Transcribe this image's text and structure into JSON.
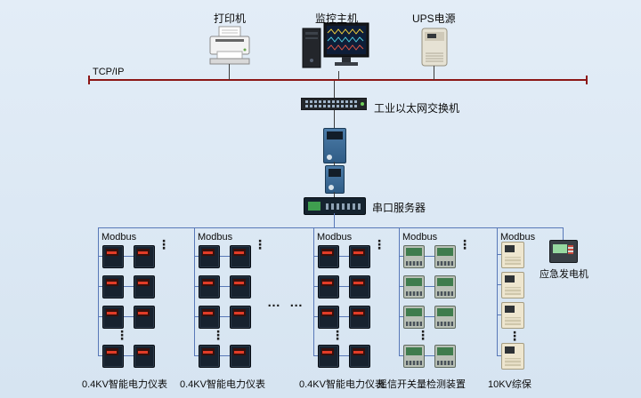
{
  "diagram": {
    "top_devices": [
      {
        "label": "打印机"
      },
      {
        "label": "监控主机"
      },
      {
        "label": "UPS电源"
      }
    ],
    "backbone_label": "TCP/IP",
    "ethernet_switch_label": "工业以太网交换机",
    "serial_server_label": "串口服务器",
    "modbus_columns": [
      {
        "bus_label": "Modbus",
        "device_label": "0.4KV智能电力仪表"
      },
      {
        "bus_label": "Modbus",
        "device_label": "0.4KV智能电力仪表"
      },
      {
        "bus_label": "Modbus",
        "device_label": "0.4KV智能电力仪表"
      },
      {
        "bus_label": "Modbus",
        "device_label": "遥信开关量检测装置"
      },
      {
        "bus_label": "Modbus",
        "device_label": "10KV综保"
      }
    ],
    "generator_label": "应急发电机",
    "ellipsis_horizontal": "… …",
    "ellipsis_vertical": "⋮",
    "colors": {
      "tcpip_bus": "#8c1616",
      "modbus_line": "#5878b8",
      "meter_display": "#e23c28",
      "background": "#d9e6f2"
    }
  }
}
